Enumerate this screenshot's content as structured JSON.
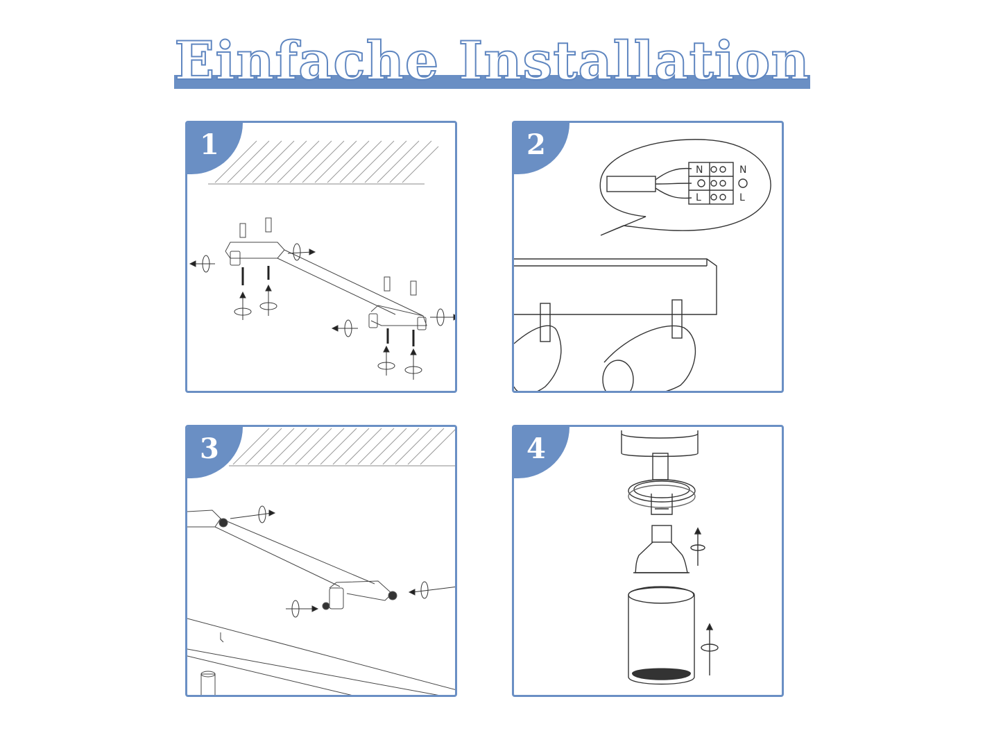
{
  "title": "Einfache Installation",
  "colors": {
    "accent": "#6a8fc4",
    "line": "#333333"
  },
  "steps": [
    {
      "number": "1"
    },
    {
      "number": "2",
      "wiring_labels": [
        "N",
        "N",
        "L",
        "L"
      ]
    },
    {
      "number": "3"
    },
    {
      "number": "4"
    }
  ]
}
